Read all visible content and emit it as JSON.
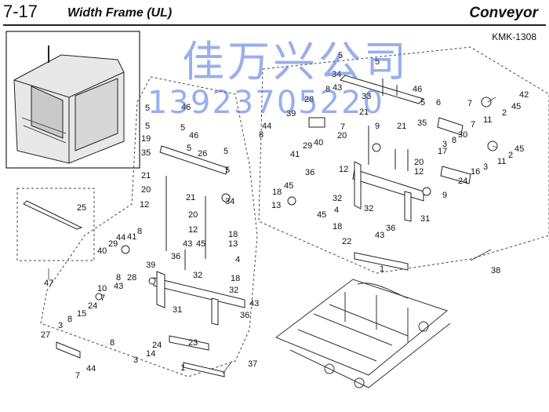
{
  "header": {
    "section_number": "7-17",
    "title": "Width Frame (UL)",
    "category": "Conveyor",
    "model_code": "KMK-1308"
  },
  "watermark": {
    "line1": "佳万兴公司",
    "line2": "13923705220",
    "color": "#466edc"
  },
  "callouts": [
    {
      "id": "c-r5a",
      "text": "5"
    },
    {
      "id": "c-r5b",
      "text": "5"
    },
    {
      "id": "c-r34",
      "text": "34"
    },
    {
      "id": "c-r8a",
      "text": "8"
    },
    {
      "id": "c-r43a",
      "text": "43"
    },
    {
      "id": "c-r33",
      "text": "33"
    },
    {
      "id": "c-r46",
      "text": "46"
    },
    {
      "id": "c-r28",
      "text": "28"
    },
    {
      "id": "c-r5c",
      "text": "5"
    },
    {
      "id": "c-r39",
      "text": "39"
    },
    {
      "id": "c-r21a",
      "text": "21"
    },
    {
      "id": "c-r35",
      "text": "35"
    },
    {
      "id": "c-r6",
      "text": "6"
    },
    {
      "id": "c-r7a",
      "text": "7"
    },
    {
      "id": "c-r45a",
      "text": "45"
    },
    {
      "id": "c-r42",
      "text": "42"
    },
    {
      "id": "c-r2a",
      "text": "2"
    },
    {
      "id": "c-r11a",
      "text": "11"
    },
    {
      "id": "c-r7b",
      "text": "7"
    },
    {
      "id": "c-r44",
      "text": "44"
    },
    {
      "id": "c-r8b",
      "text": "8"
    },
    {
      "id": "c-r9a",
      "text": "9"
    },
    {
      "id": "c-r21b",
      "text": "21"
    },
    {
      "id": "c-r20a",
      "text": "20"
    },
    {
      "id": "c-r7c",
      "text": "7"
    },
    {
      "id": "c-r30",
      "text": "30"
    },
    {
      "id": "c-r29",
      "text": "29"
    },
    {
      "id": "c-r40",
      "text": "40"
    },
    {
      "id": "c-r3a",
      "text": "3"
    },
    {
      "id": "c-r8c",
      "text": "8"
    },
    {
      "id": "c-r41",
      "text": "41"
    },
    {
      "id": "c-r17",
      "text": "17"
    },
    {
      "id": "c-r45b",
      "text": "45"
    },
    {
      "id": "c-r2b",
      "text": "2"
    },
    {
      "id": "c-r20b",
      "text": "20"
    },
    {
      "id": "c-r3b",
      "text": "3"
    },
    {
      "id": "c-r16",
      "text": "16"
    },
    {
      "id": "c-r11b",
      "text": "11"
    },
    {
      "id": "c-r12a",
      "text": "12"
    },
    {
      "id": "c-r24",
      "text": "24"
    },
    {
      "id": "c-r12b",
      "text": "12"
    },
    {
      "id": "c-r36a",
      "text": "36"
    },
    {
      "id": "c-r45c",
      "text": "45"
    },
    {
      "id": "c-r18a",
      "text": "18"
    },
    {
      "id": "c-r32a",
      "text": "32"
    },
    {
      "id": "c-r9b",
      "text": "9"
    },
    {
      "id": "c-r13a",
      "text": "13"
    },
    {
      "id": "c-r4a",
      "text": "4"
    },
    {
      "id": "c-r32b",
      "text": "32"
    },
    {
      "id": "c-r45d",
      "text": "45"
    },
    {
      "id": "c-r31a",
      "text": "31"
    },
    {
      "id": "c-r36b",
      "text": "36"
    },
    {
      "id": "c-r18b",
      "text": "18"
    },
    {
      "id": "c-r43b",
      "text": "43"
    },
    {
      "id": "c-r22",
      "text": "22"
    },
    {
      "id": "c-r1a",
      "text": "1"
    },
    {
      "id": "c-r38",
      "text": "38"
    },
    {
      "id": "c-l5a",
      "text": "5"
    },
    {
      "id": "c-l46",
      "text": "46"
    },
    {
      "id": "c-l5b",
      "text": "5"
    },
    {
      "id": "c-l5c",
      "text": "5"
    },
    {
      "id": "c-l19",
      "text": "19"
    },
    {
      "id": "c-l46b",
      "text": "46"
    },
    {
      "id": "c-l5d",
      "text": "5"
    },
    {
      "id": "c-l26",
      "text": "26"
    },
    {
      "id": "c-l5e",
      "text": "5"
    },
    {
      "id": "c-l35",
      "text": "35"
    },
    {
      "id": "c-l5f",
      "text": "5"
    },
    {
      "id": "c-l21a",
      "text": "21"
    },
    {
      "id": "c-l20a",
      "text": "20"
    },
    {
      "id": "c-l34",
      "text": "34"
    },
    {
      "id": "c-l12a",
      "text": "12"
    },
    {
      "id": "c-l20b",
      "text": "20"
    },
    {
      "id": "c-l25",
      "text": "25"
    },
    {
      "id": "c-l12b",
      "text": "12"
    },
    {
      "id": "c-l18a",
      "text": "18"
    },
    {
      "id": "c-l13",
      "text": "13"
    },
    {
      "id": "c-l29",
      "text": "29"
    },
    {
      "id": "c-l44",
      "text": "44"
    },
    {
      "id": "c-l41",
      "text": "41"
    },
    {
      "id": "c-l8a",
      "text": "8"
    },
    {
      "id": "c-l45",
      "text": "45"
    },
    {
      "id": "c-l43a",
      "text": "43"
    },
    {
      "id": "c-l40",
      "text": "40"
    },
    {
      "id": "c-l36",
      "text": "36"
    },
    {
      "id": "c-l4",
      "text": "4"
    },
    {
      "id": "c-l39",
      "text": "39"
    },
    {
      "id": "c-l32a",
      "text": "32"
    },
    {
      "id": "c-l47",
      "text": "47"
    },
    {
      "id": "c-l28",
      "text": "28"
    },
    {
      "id": "c-l8b",
      "text": "8"
    },
    {
      "id": "c-l18b",
      "text": "18"
    },
    {
      "id": "c-l43b",
      "text": "43"
    },
    {
      "id": "c-l10",
      "text": "10"
    },
    {
      "id": "c-l32b",
      "text": "32"
    },
    {
      "id": "c-l7a",
      "text": "7"
    },
    {
      "id": "c-l43c",
      "text": "43"
    },
    {
      "id": "c-l24a",
      "text": "24"
    },
    {
      "id": "c-l31",
      "text": "31"
    },
    {
      "id": "c-l15",
      "text": "15"
    },
    {
      "id": "c-l36b",
      "text": "36"
    },
    {
      "id": "c-l8c",
      "text": "8"
    },
    {
      "id": "c-l3a",
      "text": "3"
    },
    {
      "id": "c-l27",
      "text": "27"
    },
    {
      "id": "c-l8d",
      "text": "8"
    },
    {
      "id": "c-l23",
      "text": "23"
    },
    {
      "id": "c-l24b",
      "text": "24"
    },
    {
      "id": "c-l14",
      "text": "14"
    },
    {
      "id": "c-l3b",
      "text": "3"
    },
    {
      "id": "c-l44b",
      "text": "44"
    },
    {
      "id": "c-l7b",
      "text": "7"
    },
    {
      "id": "c-l1",
      "text": "1"
    },
    {
      "id": "c-l37",
      "text": "37"
    }
  ]
}
